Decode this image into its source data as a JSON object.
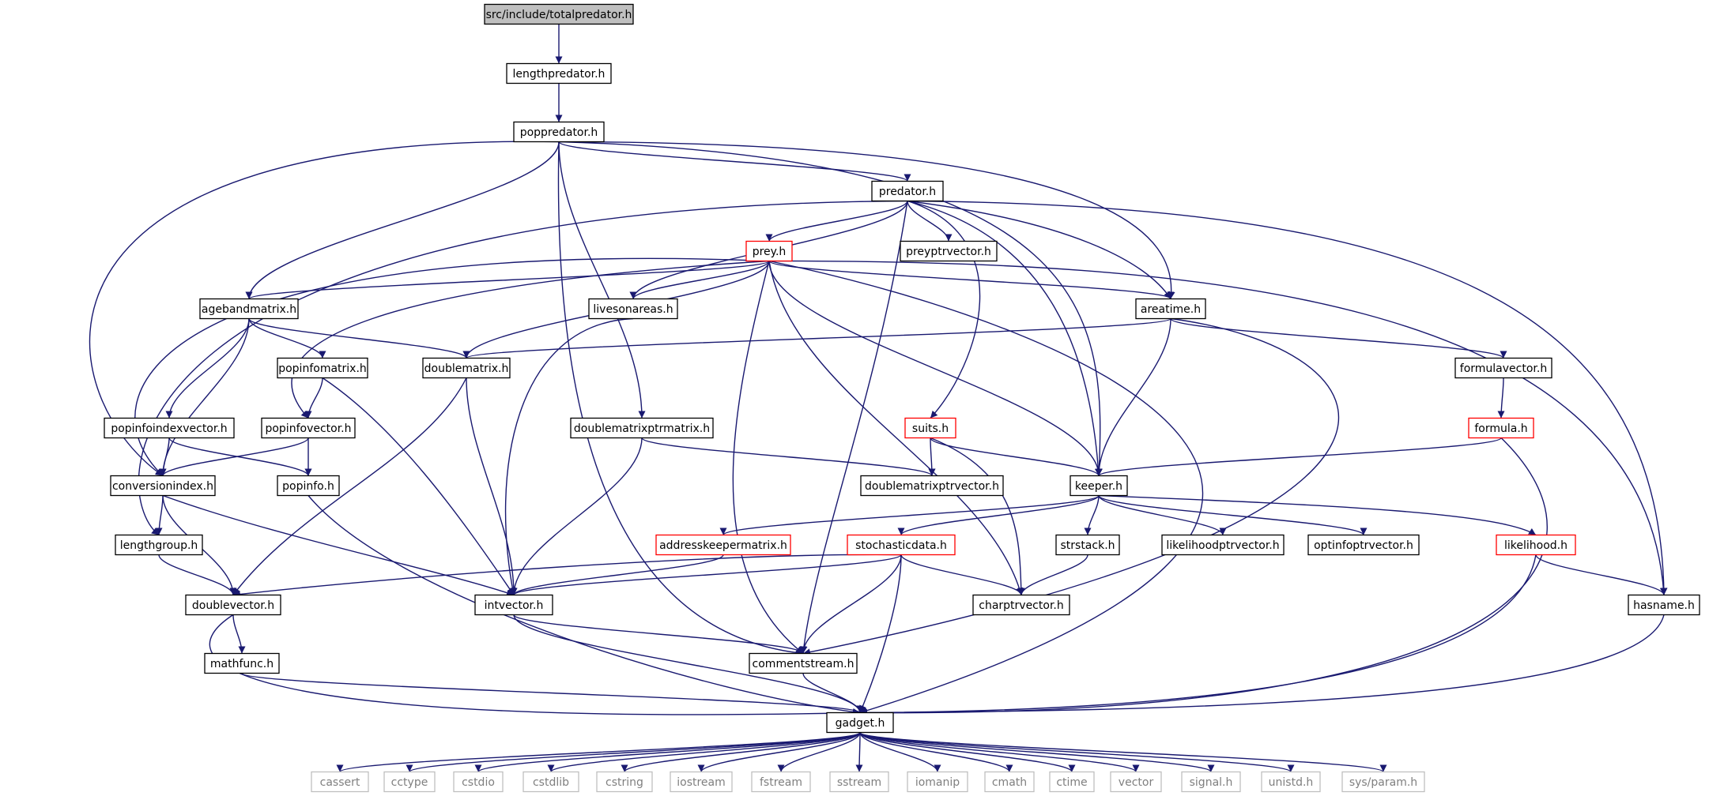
{
  "colors": {
    "edge": "#191970",
    "normal_border": "#000000",
    "root_fill": "#bfbfbf",
    "truncated_border": "#ff0000",
    "system_border": "#bfbfbf",
    "system_text": "#7f7f7f"
  },
  "nodes": [
    {
      "id": "totalpredator",
      "label": "src/include/totalpredator.h",
      "kind": "root"
    },
    {
      "id": "lengthpredator",
      "label": "lengthpredator.h",
      "kind": "normal"
    },
    {
      "id": "poppredator",
      "label": "poppredator.h",
      "kind": "normal"
    },
    {
      "id": "predator",
      "label": "predator.h",
      "kind": "normal"
    },
    {
      "id": "prey",
      "label": "prey.h",
      "kind": "truncated"
    },
    {
      "id": "preyptrvector",
      "label": "preyptrvector.h",
      "kind": "normal"
    },
    {
      "id": "agebandmatrix",
      "label": "agebandmatrix.h",
      "kind": "normal"
    },
    {
      "id": "livesonareas",
      "label": "livesonareas.h",
      "kind": "normal"
    },
    {
      "id": "areatime",
      "label": "areatime.h",
      "kind": "normal"
    },
    {
      "id": "popinfomatrix",
      "label": "popinfomatrix.h",
      "kind": "normal"
    },
    {
      "id": "doublematrix",
      "label": "doublematrix.h",
      "kind": "normal"
    },
    {
      "id": "formulavector",
      "label": "formulavector.h",
      "kind": "normal"
    },
    {
      "id": "popinfoindexvector",
      "label": "popinfoindexvector.h",
      "kind": "normal"
    },
    {
      "id": "popinfovector",
      "label": "popinfovector.h",
      "kind": "normal"
    },
    {
      "id": "doublematrixptrmatrix",
      "label": "doublematrixptrmatrix.h",
      "kind": "normal"
    },
    {
      "id": "suits",
      "label": "suits.h",
      "kind": "truncated"
    },
    {
      "id": "formula",
      "label": "formula.h",
      "kind": "truncated"
    },
    {
      "id": "conversionindex",
      "label": "conversionindex.h",
      "kind": "normal"
    },
    {
      "id": "popinfo",
      "label": "popinfo.h",
      "kind": "normal"
    },
    {
      "id": "doublematrixptrvector",
      "label": "doublematrixptrvector.h",
      "kind": "normal"
    },
    {
      "id": "keeper",
      "label": "keeper.h",
      "kind": "normal"
    },
    {
      "id": "lengthgroup",
      "label": "lengthgroup.h",
      "kind": "normal"
    },
    {
      "id": "addresskeepermatrix",
      "label": "addresskeepermatrix.h",
      "kind": "truncated"
    },
    {
      "id": "stochasticdata",
      "label": "stochasticdata.h",
      "kind": "truncated"
    },
    {
      "id": "strstack",
      "label": "strstack.h",
      "kind": "normal"
    },
    {
      "id": "likelihoodptrvector",
      "label": "likelihoodptrvector.h",
      "kind": "normal"
    },
    {
      "id": "optinfoptrvector",
      "label": "optinfoptrvector.h",
      "kind": "normal"
    },
    {
      "id": "likelihood",
      "label": "likelihood.h",
      "kind": "truncated"
    },
    {
      "id": "doublevector",
      "label": "doublevector.h",
      "kind": "normal"
    },
    {
      "id": "intvector",
      "label": "intvector.h",
      "kind": "normal"
    },
    {
      "id": "charptrvector",
      "label": "charptrvector.h",
      "kind": "normal"
    },
    {
      "id": "hasname",
      "label": "hasname.h",
      "kind": "normal"
    },
    {
      "id": "mathfunc",
      "label": "mathfunc.h",
      "kind": "normal"
    },
    {
      "id": "commentstream",
      "label": "commentstream.h",
      "kind": "normal"
    },
    {
      "id": "gadget",
      "label": "gadget.h",
      "kind": "normal"
    },
    {
      "id": "cassert",
      "label": "cassert",
      "kind": "system"
    },
    {
      "id": "cctype",
      "label": "cctype",
      "kind": "system"
    },
    {
      "id": "cstdio",
      "label": "cstdio",
      "kind": "system"
    },
    {
      "id": "cstdlib",
      "label": "cstdlib",
      "kind": "system"
    },
    {
      "id": "cstring",
      "label": "cstring",
      "kind": "system"
    },
    {
      "id": "iostream",
      "label": "iostream",
      "kind": "system"
    },
    {
      "id": "fstream",
      "label": "fstream",
      "kind": "system"
    },
    {
      "id": "sstream",
      "label": "sstream",
      "kind": "system"
    },
    {
      "id": "iomanip",
      "label": "iomanip",
      "kind": "system"
    },
    {
      "id": "cmath",
      "label": "cmath",
      "kind": "system"
    },
    {
      "id": "ctime",
      "label": "ctime",
      "kind": "system"
    },
    {
      "id": "vector",
      "label": "vector",
      "kind": "system"
    },
    {
      "id": "signal",
      "label": "signal.h",
      "kind": "system"
    },
    {
      "id": "unistd",
      "label": "unistd.h",
      "kind": "system"
    },
    {
      "id": "sysparam",
      "label": "sys/param.h",
      "kind": "system"
    }
  ],
  "edges": [
    [
      "totalpredator",
      "lengthpredator"
    ],
    [
      "lengthpredator",
      "poppredator"
    ],
    [
      "poppredator",
      "conversionindex"
    ],
    [
      "poppredator",
      "agebandmatrix"
    ],
    [
      "poppredator",
      "commentstream"
    ],
    [
      "poppredator",
      "doublematrixptrmatrix"
    ],
    [
      "poppredator",
      "predator"
    ],
    [
      "poppredator",
      "keeper"
    ],
    [
      "poppredator",
      "areatime"
    ],
    [
      "predator",
      "lengthgroup"
    ],
    [
      "predator",
      "prey"
    ],
    [
      "predator",
      "livesonareas"
    ],
    [
      "predator",
      "preyptrvector"
    ],
    [
      "predator",
      "commentstream"
    ],
    [
      "predator",
      "suits"
    ],
    [
      "predator",
      "keeper"
    ],
    [
      "predator",
      "areatime"
    ],
    [
      "predator",
      "hasname"
    ],
    [
      "prey",
      "conversionindex"
    ],
    [
      "prey",
      "agebandmatrix"
    ],
    [
      "prey",
      "popinfovector"
    ],
    [
      "prey",
      "livesonareas"
    ],
    [
      "prey",
      "doublematrix"
    ],
    [
      "prey",
      "commentstream"
    ],
    [
      "prey",
      "charptrvector"
    ],
    [
      "prey",
      "keeper"
    ],
    [
      "prey",
      "areatime"
    ],
    [
      "prey",
      "hasname"
    ],
    [
      "prey",
      "gadget"
    ],
    [
      "agebandmatrix",
      "conversionindex"
    ],
    [
      "agebandmatrix",
      "popinfoindexvector"
    ],
    [
      "agebandmatrix",
      "popinfomatrix"
    ],
    [
      "agebandmatrix",
      "doublematrix"
    ],
    [
      "livesonareas",
      "intvector"
    ],
    [
      "areatime",
      "doublematrix"
    ],
    [
      "areatime",
      "keeper"
    ],
    [
      "areatime",
      "formulavector"
    ],
    [
      "areatime",
      "commentstream"
    ],
    [
      "popinfomatrix",
      "popinfovector"
    ],
    [
      "popinfomatrix",
      "intvector"
    ],
    [
      "doublematrix",
      "doublevector"
    ],
    [
      "doublematrix",
      "intvector"
    ],
    [
      "formulavector",
      "formula"
    ],
    [
      "popinfoindexvector",
      "conversionindex"
    ],
    [
      "popinfoindexvector",
      "popinfo"
    ],
    [
      "popinfovector",
      "conversionindex"
    ],
    [
      "popinfovector",
      "popinfo"
    ],
    [
      "doublematrixptrmatrix",
      "intvector"
    ],
    [
      "doublematrixptrmatrix",
      "doublematrixptrvector"
    ],
    [
      "suits",
      "doublematrixptrvector"
    ],
    [
      "suits",
      "keeper"
    ],
    [
      "suits",
      "charptrvector"
    ],
    [
      "formula",
      "keeper"
    ],
    [
      "formula",
      "gadget"
    ],
    [
      "conversionindex",
      "lengthgroup"
    ],
    [
      "conversionindex",
      "doublevector"
    ],
    [
      "conversionindex",
      "intvector"
    ],
    [
      "popinfo",
      "gadget"
    ],
    [
      "keeper",
      "addresskeepermatrix"
    ],
    [
      "keeper",
      "stochasticdata"
    ],
    [
      "keeper",
      "strstack"
    ],
    [
      "keeper",
      "likelihoodptrvector"
    ],
    [
      "keeper",
      "optinfoptrvector"
    ],
    [
      "keeper",
      "likelihood"
    ],
    [
      "lengthgroup",
      "doublevector"
    ],
    [
      "addresskeepermatrix",
      "intvector"
    ],
    [
      "stochasticdata",
      "doublevector"
    ],
    [
      "stochasticdata",
      "intvector"
    ],
    [
      "stochasticdata",
      "charptrvector"
    ],
    [
      "stochasticdata",
      "commentstream"
    ],
    [
      "stochasticdata",
      "gadget"
    ],
    [
      "strstack",
      "charptrvector"
    ],
    [
      "likelihood",
      "hasname"
    ],
    [
      "likelihood",
      "gadget"
    ],
    [
      "doublevector",
      "mathfunc"
    ],
    [
      "doublevector",
      "gadget"
    ],
    [
      "intvector",
      "commentstream"
    ],
    [
      "intvector",
      "gadget"
    ],
    [
      "hasname",
      "gadget"
    ],
    [
      "mathfunc",
      "gadget"
    ],
    [
      "commentstream",
      "gadget"
    ],
    [
      "gadget",
      "cassert"
    ],
    [
      "gadget",
      "cctype"
    ],
    [
      "gadget",
      "cstdio"
    ],
    [
      "gadget",
      "cstdlib"
    ],
    [
      "gadget",
      "cstring"
    ],
    [
      "gadget",
      "iostream"
    ],
    [
      "gadget",
      "fstream"
    ],
    [
      "gadget",
      "sstream"
    ],
    [
      "gadget",
      "iomanip"
    ],
    [
      "gadget",
      "cmath"
    ],
    [
      "gadget",
      "ctime"
    ],
    [
      "gadget",
      "vector"
    ],
    [
      "gadget",
      "signal"
    ],
    [
      "gadget",
      "unistd"
    ],
    [
      "gadget",
      "sysparam"
    ]
  ]
}
